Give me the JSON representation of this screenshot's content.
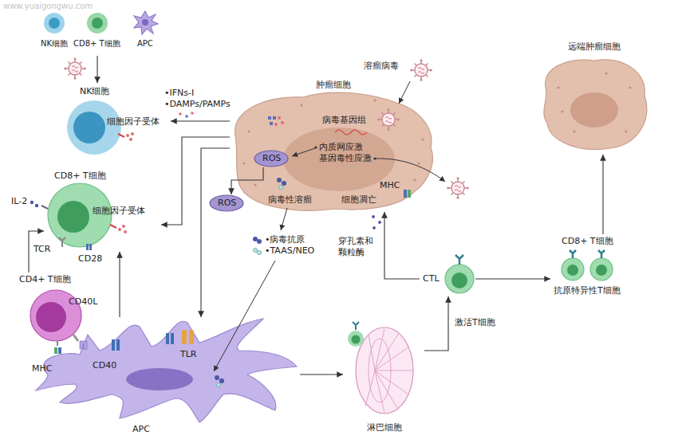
{
  "diagram": {
    "nodes": [
      {
        "text": [
          "NK细胞"
        ]
      },
      {
        "text": [
          "CD8+ T细胞"
        ]
      },
      {
        "text": [
          "APC"
        ]
      },
      {
        "text": [
          "NK细胞",
          "细胞因子受体"
        ]
      },
      {
        "text": [
          "肿瘤细胞",
          "病毒基因组",
          "内质网应激",
          "基因毒性应激",
          "病毒性溶瘤",
          "细胞凋亡"
        ]
      },
      {
        "text": [
          "ROS"
        ],
        "in": 4
      },
      {
        "text": [
          "ROS"
        ]
      },
      {
        "text": [
          "远端肿瘤细胞"
        ]
      },
      {
        "text": [
          "CD8+ T细胞",
          "细胞因子受体"
        ]
      },
      {
        "text": [
          "CD4+ T细胞",
          "CD40L"
        ]
      },
      {
        "text": [
          "MHC",
          "CD40",
          "TLR",
          "APC"
        ]
      },
      {
        "text": [
          "淋巴细胞"
        ]
      },
      {
        "text": [
          "CTL"
        ]
      },
      {
        "text": [
          "CD8+ T细胞",
          "抗原特异性T细胞"
        ]
      }
    ],
    "edges": [
      {
        "from": 1,
        "to": 3,
        "arrow": "to"
      },
      {
        "from": 4,
        "to": 3,
        "arrow": "to"
      },
      {
        "from": 5,
        "to": 6,
        "arrow": "to"
      },
      {
        "from": 4,
        "to": 10,
        "arrow": "to"
      },
      {
        "from": 4,
        "to": 8,
        "arrow": "to"
      },
      {
        "from": 10,
        "to": 8,
        "arrow": "to"
      },
      {
        "from": 9,
        "to": 8,
        "arrow": "to"
      },
      {
        "from": 10,
        "to": 11,
        "arrow": "to"
      },
      {
        "from": 11,
        "to": 12,
        "label": "激活T细胞",
        "arrow": "to"
      },
      {
        "from": 12,
        "to": 4,
        "arrow": "to"
      },
      {
        "from": 12,
        "to": 13,
        "arrow": "to"
      },
      {
        "from": 13,
        "to": 7,
        "arrow": "to"
      }
    ],
    "labels": [
      "www.yuaigongwu.com",
      "•IFNs-I",
      "•DAMPs/PAMPs",
      "溶瘤病毒",
      "MHC",
      "•病毒抗原",
      "•TAAS/NEO",
      "穿孔素和 颗粒酶",
      "IL-2",
      "TCR",
      "CD28"
    ]
  }
}
